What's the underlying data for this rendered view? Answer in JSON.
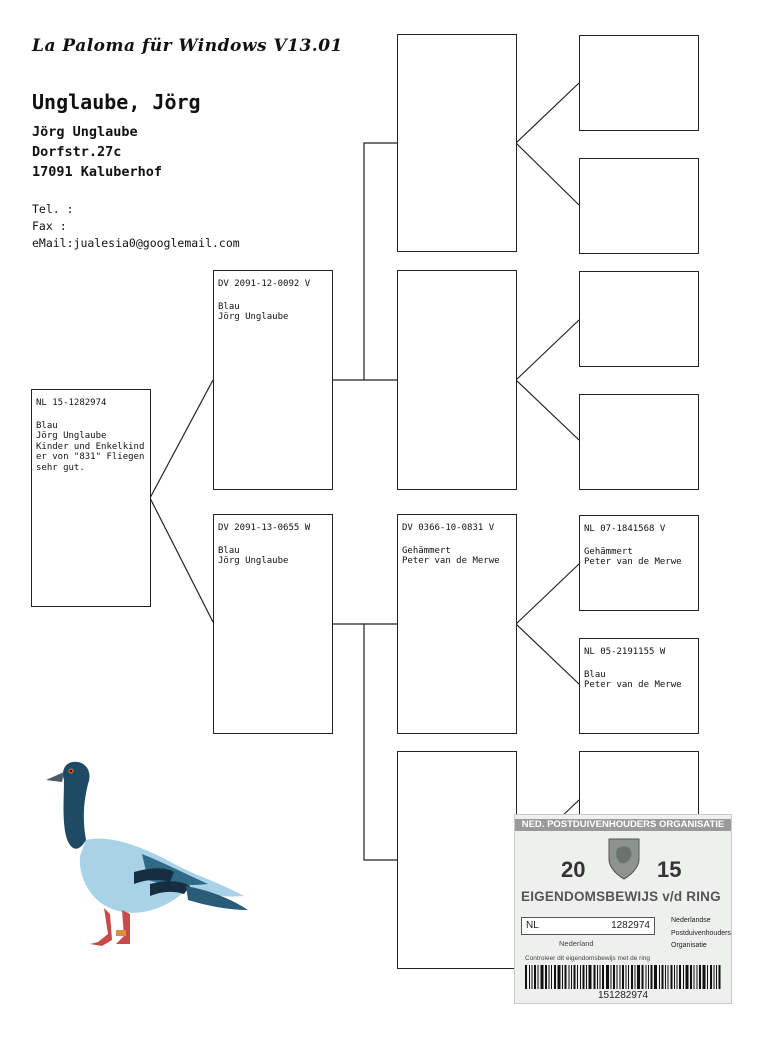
{
  "header": {
    "app_title": "La Paloma für Windows V13.01",
    "owner_name": "Unglaube, Jörg",
    "address": [
      "Jörg Unglaube",
      "Dorfstr.27c",
      "17091 Kaluberhof"
    ],
    "tel": "Tel. :",
    "fax": "Fax  :",
    "email": "eMail:jualesia0@googlemail.com"
  },
  "pedigree": {
    "subject": {
      "ring": "NL 15-1282974",
      "lines": [
        "Blau",
        "Jörg Unglaube",
        "Kinder und Enkelkind",
        "er von \"831\" Fliegen",
        "sehr gut."
      ]
    },
    "sire": {
      "ring": "DV 2091-12-0092 V",
      "lines": [
        "Blau",
        "Jörg Unglaube"
      ]
    },
    "dam": {
      "ring": "DV 2091-13-0655 W",
      "lines": [
        "Blau",
        "Jörg Unglaube"
      ]
    },
    "sire_sire": {
      "ring": "",
      "lines": []
    },
    "sire_dam": {
      "ring": "",
      "lines": []
    },
    "dam_sire": {
      "ring": "DV 0366-10-0831 V",
      "lines": [
        "Gehämmert",
        "Peter van de Merwe"
      ]
    },
    "dam_dam": {
      "ring": "",
      "lines": []
    },
    "ggp_1": {
      "ring": "",
      "lines": []
    },
    "ggp_2": {
      "ring": "",
      "lines": []
    },
    "ggp_3": {
      "ring": "",
      "lines": []
    },
    "ggp_4": {
      "ring": "",
      "lines": []
    },
    "ggp_5": {
      "ring": "NL 07-1841568 V",
      "lines": [
        "Gehämmert",
        "Peter van de Merwe"
      ]
    },
    "ggp_6": {
      "ring": "NL 05-2191155 W",
      "lines": [
        "Blau",
        "Peter van de Merwe"
      ]
    },
    "ggp_7": {
      "ring": "",
      "lines": []
    }
  },
  "ring_card": {
    "organisation": "NED. POSTDUIVENHOUDERS ORGANISATIE",
    "year_left": "20",
    "year_right": "15",
    "title": "EIGENDOMSBEWIJS v/d RING",
    "country": "NL",
    "number": "1282974",
    "nederland": "Nederland",
    "org_lines": [
      "Nederlandse",
      "Postduivenhouders",
      "Organisatie"
    ],
    "footnote": "Controleer dit eigendomsbewijs met de ring",
    "barcode_text": "151282974"
  },
  "colors": {
    "pigeon_dark": "#1e4a63",
    "pigeon_light": "#a8d2e6",
    "card_bg": "#eef0ee"
  }
}
